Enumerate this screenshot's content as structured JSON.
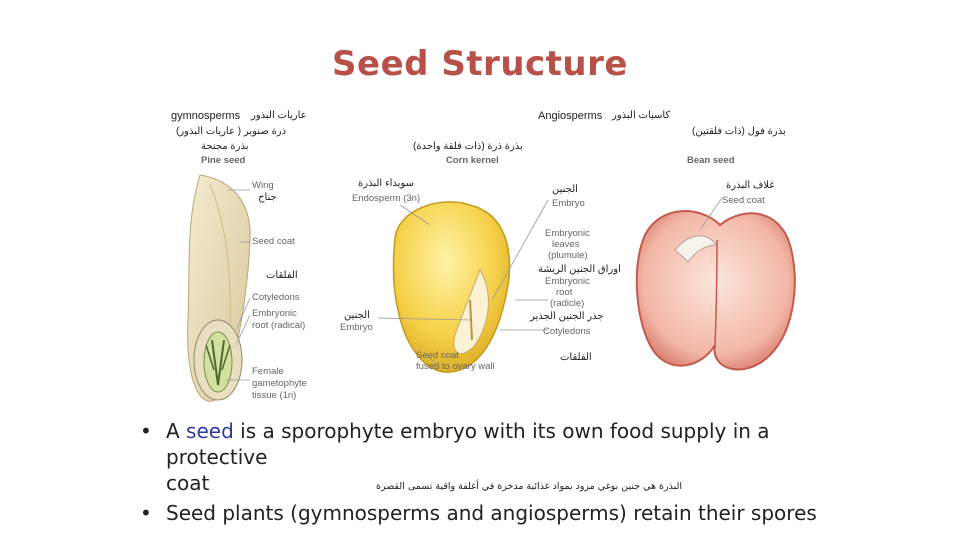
{
  "title": "Seed Structure",
  "gymno": {
    "ar_header": "عاريات البذور",
    "en_header": "gymnosperms",
    "ar_line2": "ذرة صنوبر ( عاريات البذور)",
    "ar_line3": "بذرة مجنحة",
    "fig_title": "Pine seed",
    "wing_en": "Wing",
    "wing_ar": "جناح",
    "seed_coat": "Seed coat",
    "cotyledons_ar": "الفلقات",
    "cotyledons_en": "Cotyledons",
    "embryonic_root_1": "Embryonic",
    "embryonic_root_2": "root (radical)",
    "female_1": "Female",
    "female_2": "gametophyte",
    "female_3": "tissue (1n)"
  },
  "corn": {
    "ar_title": "بذرة ذرة (ذات فلقة واحدة)",
    "fig_title": "Corn kernel",
    "endosperm_ar": "سويداء البذرة",
    "endosperm_en": "Endosperm (3n)",
    "embryo_ar": "الجنين",
    "embryo_en": "Embryo",
    "seedcoat_1": "Seed coat",
    "seedcoat_2": "fused to ovary wall"
  },
  "angio": {
    "en_header": "Angiosperms",
    "ar_header": "كاسيات البذور"
  },
  "bean": {
    "ar_title": "بذرة فول (ذات فلقتين)",
    "fig_title": "Bean seed",
    "embryo_ar": "الجنين",
    "embryo_en": "Embryo",
    "seedcoat_ar": "غلاف البذرة",
    "seedcoat_en": "Seed coat",
    "leaves_1": "Embryonic",
    "leaves_2": "leaves",
    "leaves_3": "(plumule)",
    "leaves_ar": "اوراق الجنين الريشة",
    "root_1": "Embryonic",
    "root_2": "root",
    "root_3": "(radicle)",
    "root_ar": "جذر الجنين الجذير",
    "cotyledons_en": "Cotyledons",
    "cotyledons_ar": "الفلقات"
  },
  "bullets": {
    "b1_pre": "A ",
    "b1_seed": "seed",
    "b1_post": " is a sporophyte embryo with its own food supply in a protective",
    "b1_line2": "coat",
    "b1_ar": "البذرة هي جنين بوغي مزود بمواد غذائية مدخرة في أغلفة واقية تسمى القصرة",
    "b2": "Seed plants (gymnosperms and angiosperms) retain their spores"
  },
  "colors": {
    "title": "#b8504a",
    "seed_word": "#2a3aa0",
    "corn_yellow": "#f3c93a",
    "bean_red": "#d9766a"
  }
}
